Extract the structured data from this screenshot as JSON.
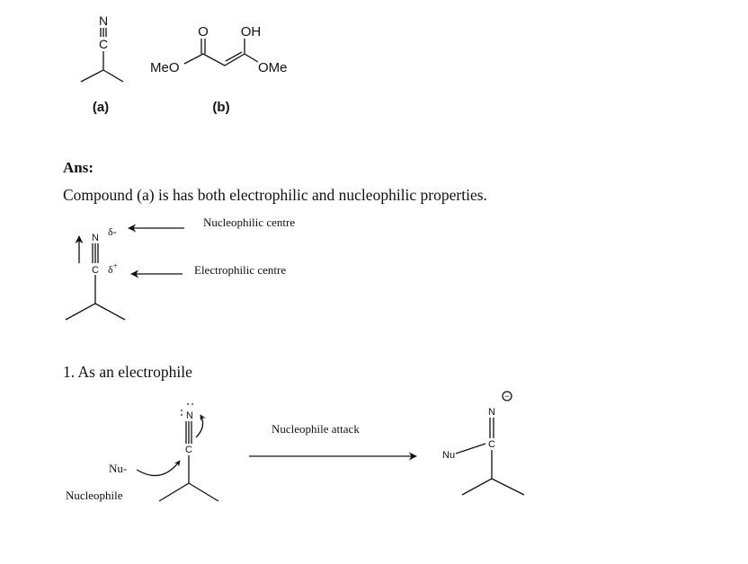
{
  "structures": {
    "a": {
      "atom_n": "N",
      "atom_c": "C",
      "label": "(a)"
    },
    "b": {
      "meo": "MeO",
      "o": "O",
      "oh": "OH",
      "ome": "OMe",
      "label": "(b)"
    }
  },
  "answer": {
    "heading": "Ans:",
    "statement": "Compound (a) is has both electrophilic and nucleophilic properties."
  },
  "polarity_diagram": {
    "atom_n": "N",
    "atom_c": "C",
    "delta_minus": "δ-",
    "delta_plus": "δ",
    "delta_plus_sup": "+",
    "nucleophilic_label": "Nucleophilic centre",
    "electrophilic_label": "Electrophilic centre"
  },
  "electrophile_section": {
    "title": "1. As an electrophile",
    "reactant_n": "N",
    "reactant_c": "C",
    "nu": "Nu-",
    "nucleophile_label": "Nucleophile",
    "arrow_label": "Nucleophile attack",
    "product_n": "N",
    "product_c": "C",
    "product_nu": "Nu",
    "charge": "−"
  }
}
